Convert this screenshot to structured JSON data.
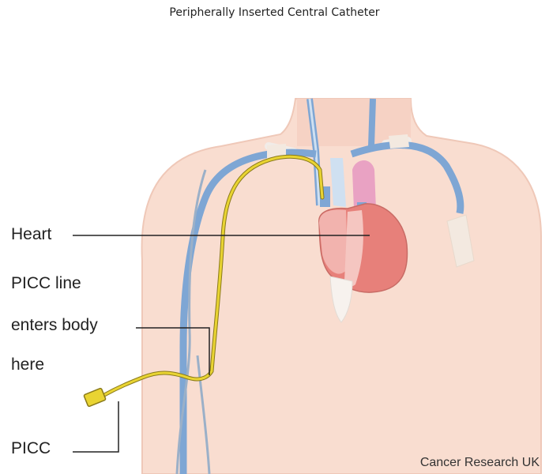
{
  "title": "Peripherally Inserted Central Catheter",
  "labels": {
    "heart": "Heart",
    "entry_line1": "PICC line",
    "entry_line2": "enters body",
    "entry_line3": "here",
    "picc": "PICC"
  },
  "credit": "Cancer Research UK",
  "colors": {
    "skin": "#f9ddd0",
    "skin_outline": "#efc8b8",
    "vein": "#7ea6d4",
    "vein_light": "#cfe0f1",
    "heart": "#e7807a",
    "heart_light": "#f2b3ae",
    "catheter": "#e9d432",
    "leader": "#222222"
  }
}
